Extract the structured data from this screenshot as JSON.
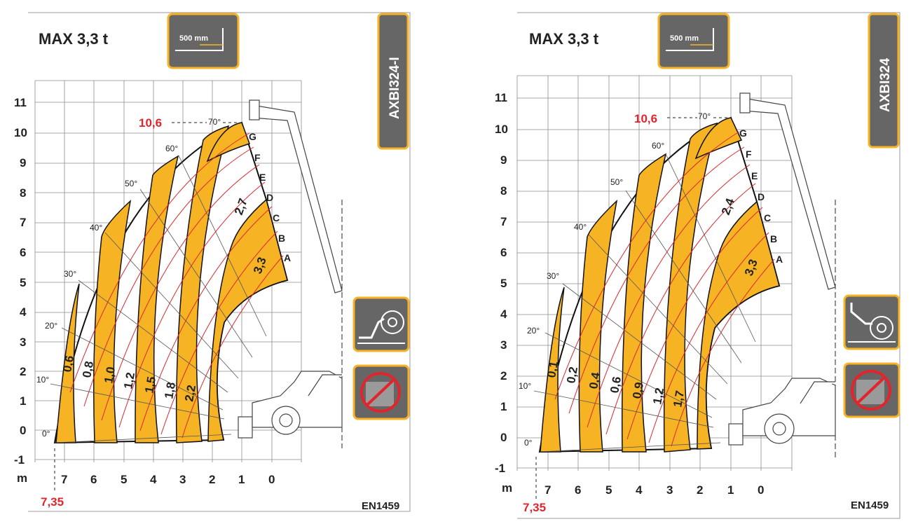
{
  "panels": [
    {
      "max_label": "MAX 3,3 t",
      "load_centre": "500 mm",
      "model": "AXBI324-I",
      "max_height": "10,6",
      "max_reach": "7,35",
      "standard": "EN1459",
      "unit": "m",
      "y_ticks": [
        "11",
        "10",
        "9",
        "8",
        "7",
        "6",
        "5",
        "4",
        "3",
        "2",
        "1",
        "0",
        "-1"
      ],
      "x_ticks": [
        "7",
        "6",
        "5",
        "4",
        "3",
        "2",
        "1",
        "0"
      ],
      "angles": [
        "70°",
        "60°",
        "50°",
        "40°",
        "30°",
        "20°",
        "10°",
        "0°"
      ],
      "zones": [
        "G",
        "F",
        "E",
        "D",
        "C",
        "B",
        "A"
      ],
      "loads": [
        "0,6",
        "0,8",
        "1,0",
        "1,2",
        "1,5",
        "1,8",
        "2,2",
        "2,7",
        "3,3"
      ]
    },
    {
      "max_label": "MAX 3,3 t",
      "load_centre": "500 mm",
      "model": "AXBI324",
      "max_height": "10,6",
      "max_reach": "7,35",
      "standard": "EN1459",
      "unit": "m",
      "y_ticks": [
        "11",
        "10",
        "9",
        "8",
        "7",
        "6",
        "5",
        "4",
        "3",
        "2",
        "1",
        "0",
        "-1"
      ],
      "x_ticks": [
        "7",
        "6",
        "5",
        "4",
        "3",
        "2",
        "1",
        "0"
      ],
      "angles": [
        "70°",
        "60°",
        "50°",
        "40°",
        "30°",
        "20°",
        "10°",
        "0°"
      ],
      "zones": [
        "G",
        "F",
        "E",
        "D",
        "C",
        "B",
        "A"
      ],
      "loads": [
        "0,1",
        "0,2",
        "0,4",
        "0,6",
        "0,9",
        "1,2",
        "1,7",
        "2,4",
        "3,3"
      ]
    }
  ],
  "icons": [
    "stabilizers-up-icon",
    "no-tyre-lift-icon"
  ],
  "colors": {
    "band": "#f6b324",
    "accent_red": "#e0262c",
    "grid": "#8c8c8c",
    "badge": "#666666",
    "badge_border": "#f6b324"
  }
}
